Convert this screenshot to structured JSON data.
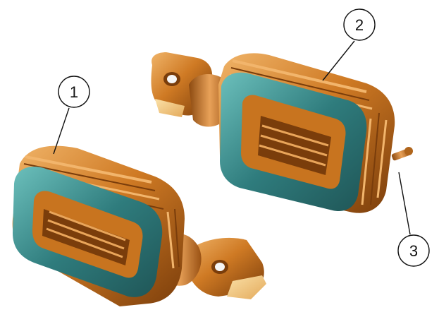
{
  "diagram": {
    "callouts": [
      {
        "id": "1",
        "label": "1"
      },
      {
        "id": "2",
        "label": "2"
      },
      {
        "id": "3",
        "label": "3"
      }
    ],
    "colors": {
      "copper": "#c8741f",
      "copper_light": "#e9a55a",
      "copper_dark": "#7a3e0c",
      "teal": "#2f7c7d",
      "teal_light": "#66b8b5",
      "flat_face": "#f4cf8a"
    }
  }
}
